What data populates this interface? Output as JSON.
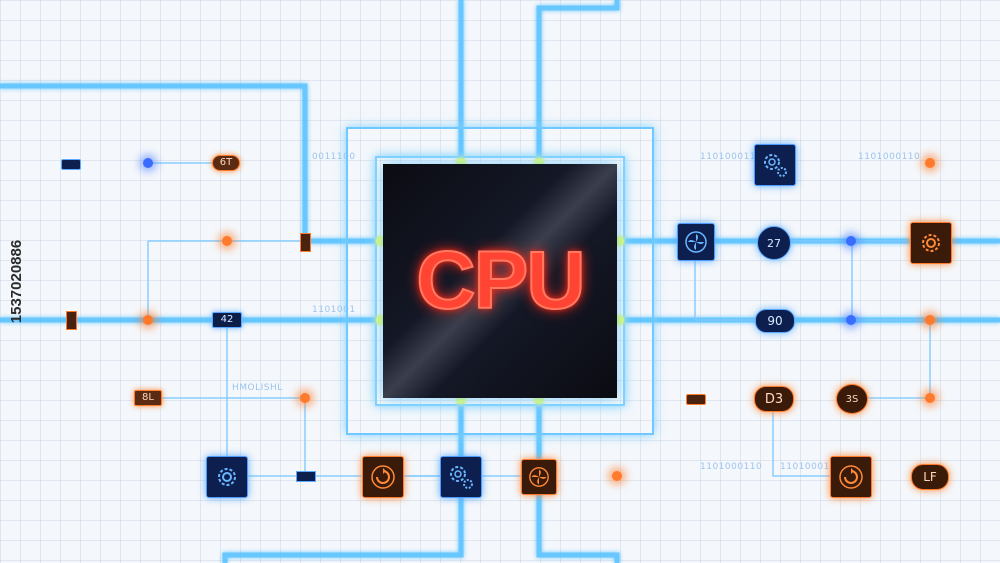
{
  "chip": {
    "label": "CPU"
  },
  "watermark": {
    "id_text": "1537020886"
  },
  "labels": {
    "p_6t": "6T",
    "p_42": "42",
    "p_8l": "8L",
    "c_27": "27",
    "c_90": "90",
    "c_d3": "D3",
    "c_3s": "3S",
    "c_lf": "LF"
  },
  "binary": {
    "b1": "0011100",
    "b2": "1101000110",
    "b3": "1101000110",
    "b4": "1101001",
    "b5": "HMOLISHL",
    "b6": "1101000110",
    "b7": "1101000110"
  },
  "colors": {
    "trace_blue": "#4cc3ff",
    "glow_orange": "#ff7a2a",
    "chip_text": "#ff4434",
    "node_blue": "#0d1f4e"
  },
  "icons": {
    "gear": "gear-icon",
    "fan": "fan-icon",
    "refresh": "refresh-icon"
  }
}
